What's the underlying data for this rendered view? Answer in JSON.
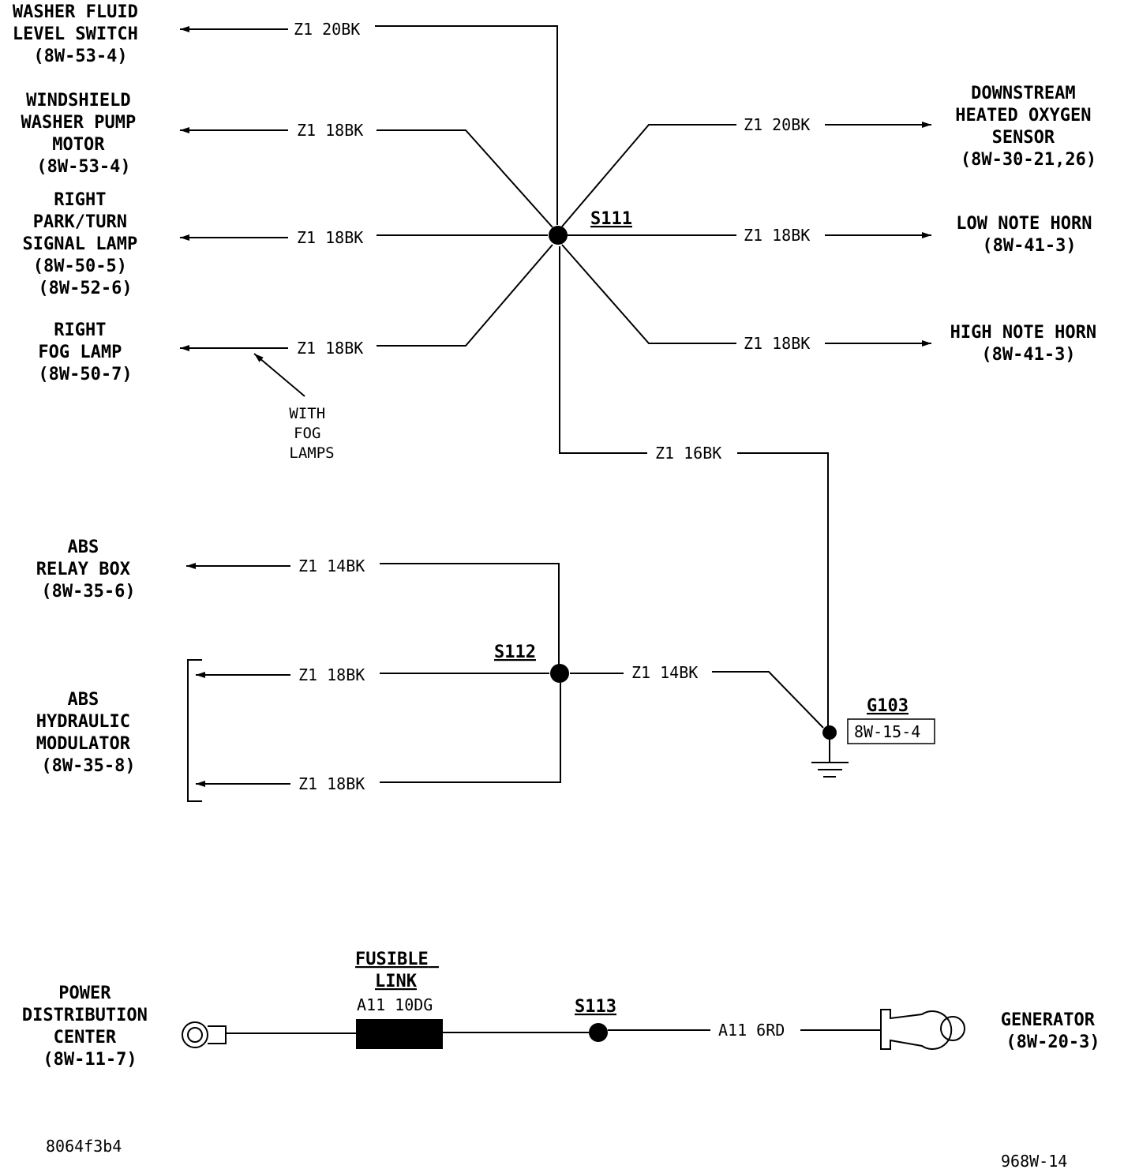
{
  "components": {
    "washer_fluid": [
      "WASHER FLUID",
      "LEVEL SWITCH",
      "(8W-53-4)"
    ],
    "washer_pump": [
      "WINDSHIELD",
      "WASHER PUMP",
      "MOTOR",
      "(8W-53-4)"
    ],
    "right_park": [
      "RIGHT",
      "PARK/TURN",
      "SIGNAL LAMP",
      "(8W-50-5)",
      "(8W-52-6)"
    ],
    "right_fog": [
      "RIGHT",
      "FOG LAMP",
      "(8W-50-7)"
    ],
    "downstream_o2": [
      "DOWNSTREAM",
      "HEATED OXYGEN",
      "SENSOR",
      "(8W-30-21,26)"
    ],
    "low_horn": [
      "LOW NOTE HORN",
      "(8W-41-3)"
    ],
    "high_horn": [
      "HIGH NOTE HORN",
      "(8W-41-3)"
    ],
    "abs_relay": [
      "ABS",
      "RELAY BOX",
      "(8W-35-6)"
    ],
    "abs_modulator": [
      "ABS",
      "HYDRAULIC",
      "MODULATOR",
      "(8W-35-8)"
    ],
    "pdc": [
      "POWER",
      "DISTRIBUTION",
      "CENTER",
      "(8W-11-7)"
    ],
    "generator": [
      "GENERATOR",
      "(8W-20-3)"
    ],
    "fusible_link": [
      "FUSIBLE",
      "LINK"
    ]
  },
  "wires": {
    "w_washer_fluid": "Z1 20BK",
    "w_washer_pump": "Z1 18BK",
    "w_right_park": "Z1 18BK",
    "w_right_fog": "Z1 18BK",
    "w_o2": "Z1 20BK",
    "w_low_horn": "Z1 18BK",
    "w_high_horn": "Z1 18BK",
    "w_s111_ground": "Z1 16BK",
    "w_abs_relay": "Z1 14BK",
    "w_abs_mod_1": "Z1 18BK",
    "w_abs_mod_2": "Z1 18BK",
    "w_s112_ground": "Z1 14BK",
    "w_fusible": "A11 10DG",
    "w_generator": "A11 6RD"
  },
  "splices": {
    "s111": "S111",
    "s112": "S112",
    "s113": "S113"
  },
  "ground": {
    "name": "G103",
    "ref": "8W-15-4"
  },
  "note_fog": [
    "WITH",
    "FOG",
    "LAMPS"
  ],
  "footer": {
    "left_code": "8064f3b4",
    "right_code": "968W-14"
  }
}
